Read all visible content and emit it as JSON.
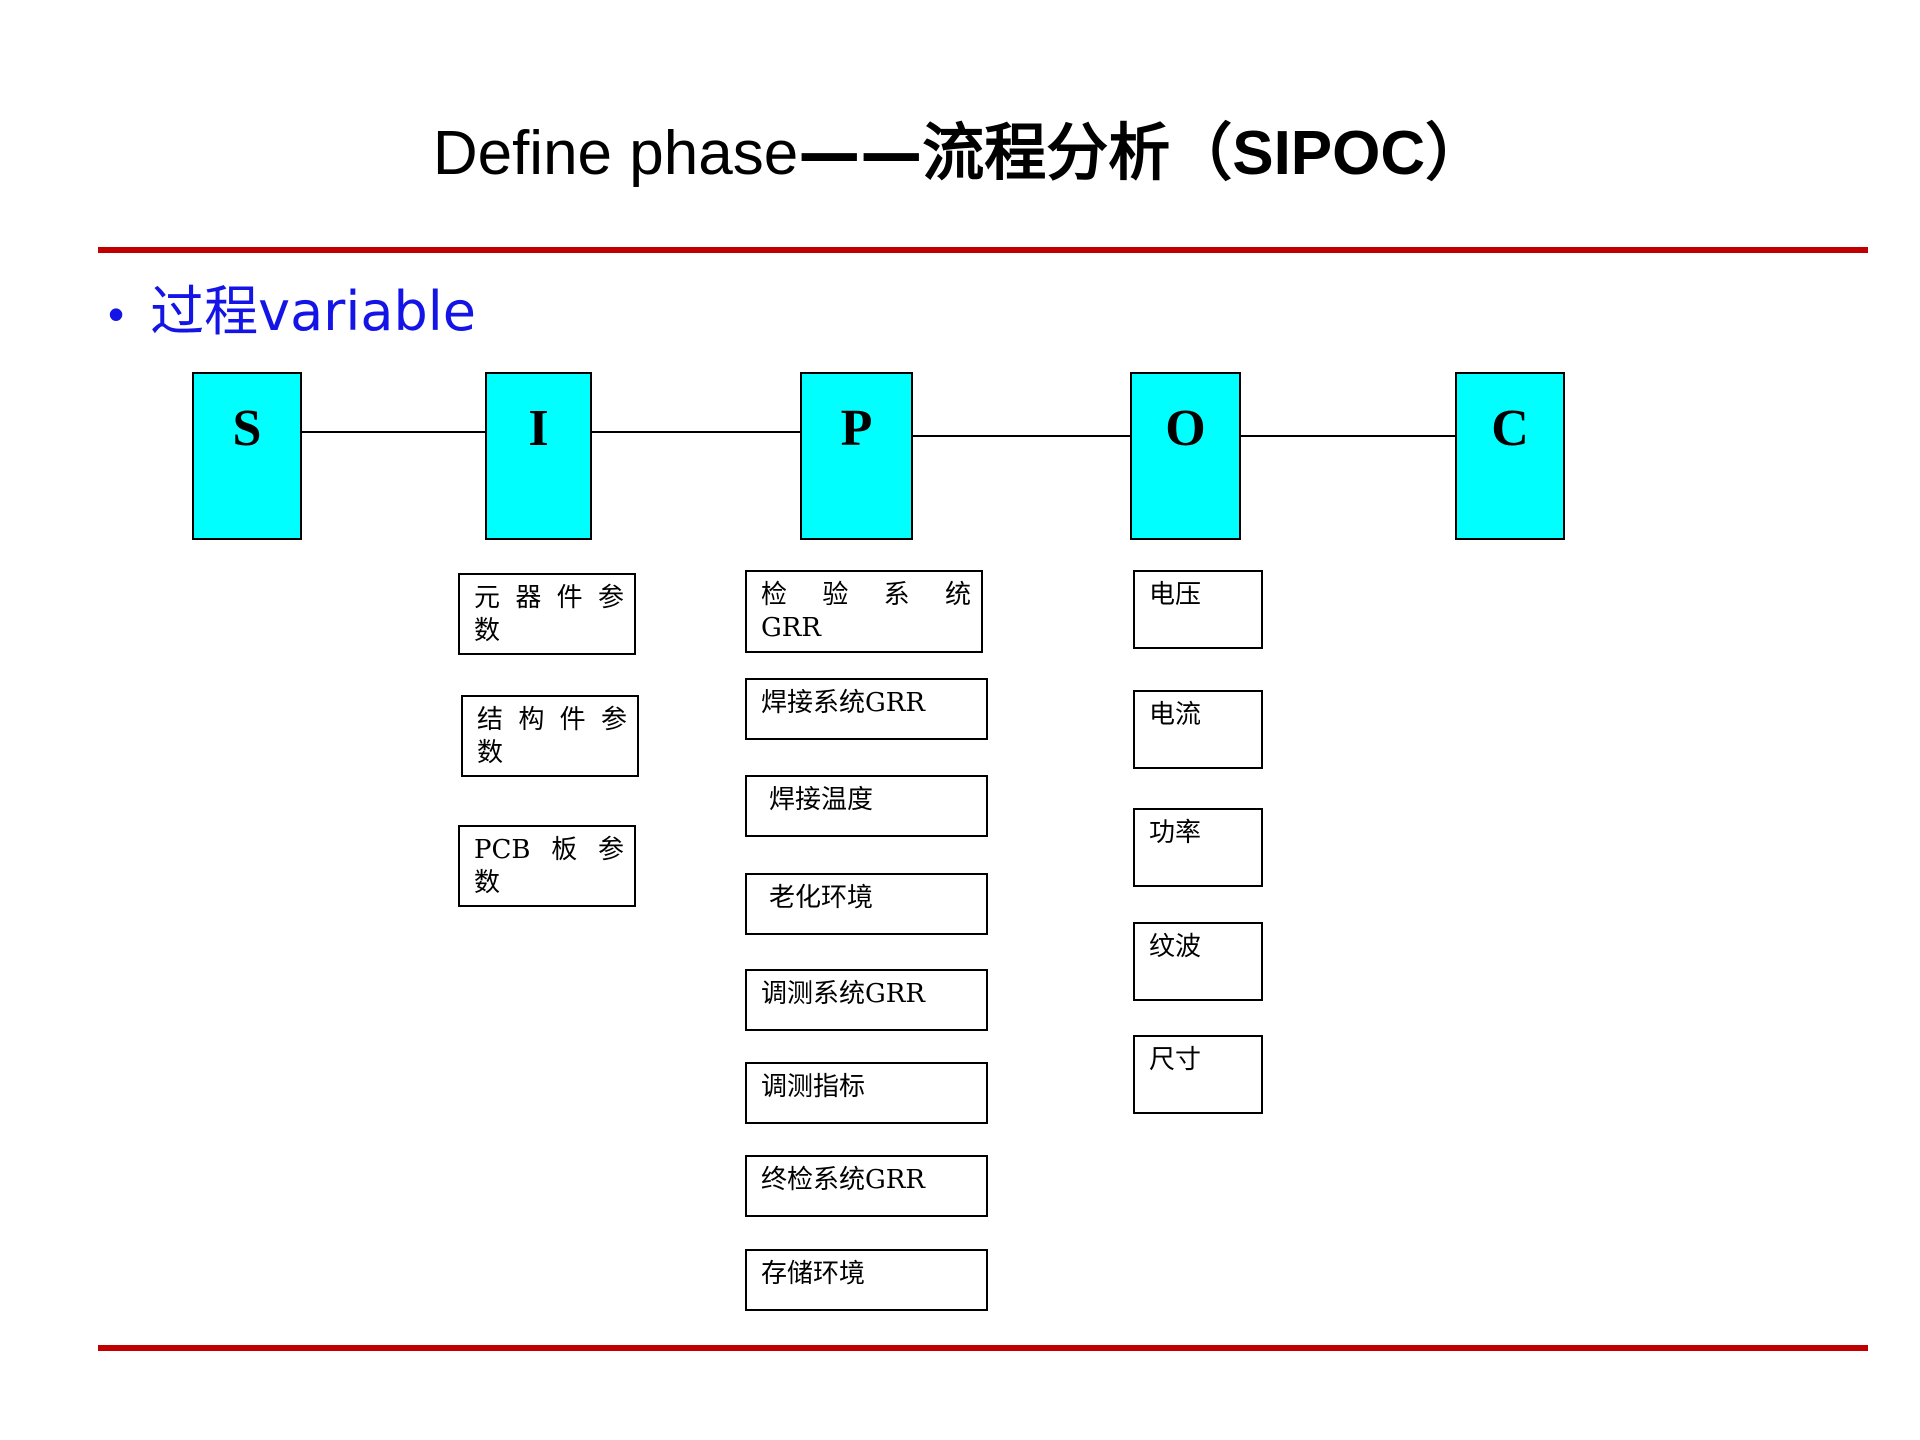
{
  "slide": {
    "title_latin": "Define phase",
    "title_dash": "——",
    "title_cjk": "流程分析",
    "title_paren_open": "（",
    "title_acronym": "SIPOC",
    "title_paren_close": "）",
    "title_full": "Define phase——流程分析（SIPOC）",
    "bullet_marker": "•",
    "bullet_text": "过程variable",
    "accent_rule_color": "#C00000",
    "bullet_color": "#1414E6",
    "sipoc_fill_color": "#00FFFF",
    "box_border_color": "#000000"
  },
  "sipoc": {
    "nodes": [
      {
        "letter": "S",
        "name": "supplier"
      },
      {
        "letter": "I",
        "name": "input"
      },
      {
        "letter": "P",
        "name": "process"
      },
      {
        "letter": "O",
        "name": "output"
      },
      {
        "letter": "C",
        "name": "customer"
      }
    ]
  },
  "columns": {
    "input": {
      "items": [
        {
          "line1": "元器件参",
          "line2": "数",
          "full": "元器件参数"
        },
        {
          "line1": "结构件参",
          "line2": "数",
          "full": "结构件参数"
        },
        {
          "line1": "PCB板参",
          "line2": "数",
          "full": "PCB板参数"
        }
      ]
    },
    "process": {
      "items": [
        {
          "line1": "检验系统",
          "line2": "GRR",
          "full": "检验系统GRR"
        },
        {
          "line1": "焊接系统GRR",
          "line2": "",
          "full": "焊接系统GRR"
        },
        {
          "line1": "焊接温度",
          "line2": "",
          "full": "焊接温度"
        },
        {
          "line1": "老化环境",
          "line2": "",
          "full": "老化环境"
        },
        {
          "line1": "调测系统GRR",
          "line2": "",
          "full": "调测系统GRR"
        },
        {
          "line1": "调测指标",
          "line2": "",
          "full": "调测指标"
        },
        {
          "line1": "终检系统GRR",
          "line2": "",
          "full": "终检系统GRR"
        },
        {
          "line1": "存储环境",
          "line2": "",
          "full": "存储环境"
        }
      ]
    },
    "output": {
      "items": [
        {
          "line1": "电压",
          "line2": "",
          "full": "电压"
        },
        {
          "line1": "电流",
          "line2": "",
          "full": "电流"
        },
        {
          "line1": "功率",
          "line2": "",
          "full": "功率"
        },
        {
          "line1": "纹波",
          "line2": "",
          "full": "纹波"
        },
        {
          "line1": "尺寸",
          "line2": "",
          "full": "尺寸"
        }
      ]
    }
  }
}
